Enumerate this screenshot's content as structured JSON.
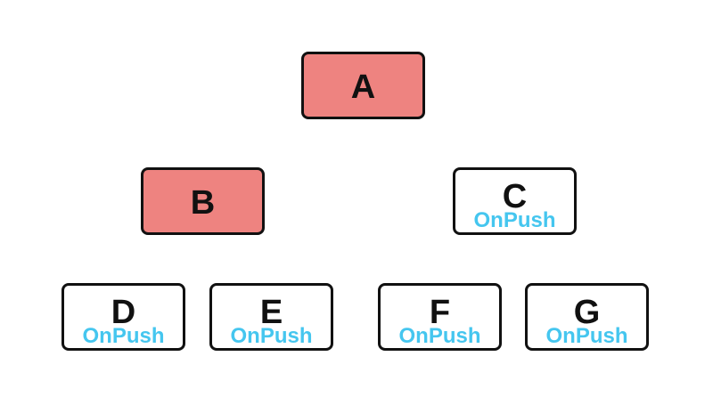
{
  "colors": {
    "highlight": "#ee8380",
    "tag": "#45c6ef",
    "border": "#111111"
  },
  "nodes": {
    "a": {
      "label": "A"
    },
    "b": {
      "label": "B"
    },
    "c": {
      "label": "C",
      "tag": "OnPush"
    },
    "d": {
      "label": "D",
      "tag": "OnPush"
    },
    "e": {
      "label": "E",
      "tag": "OnPush"
    },
    "f": {
      "label": "F",
      "tag": "OnPush"
    },
    "g": {
      "label": "G",
      "tag": "OnPush"
    }
  }
}
